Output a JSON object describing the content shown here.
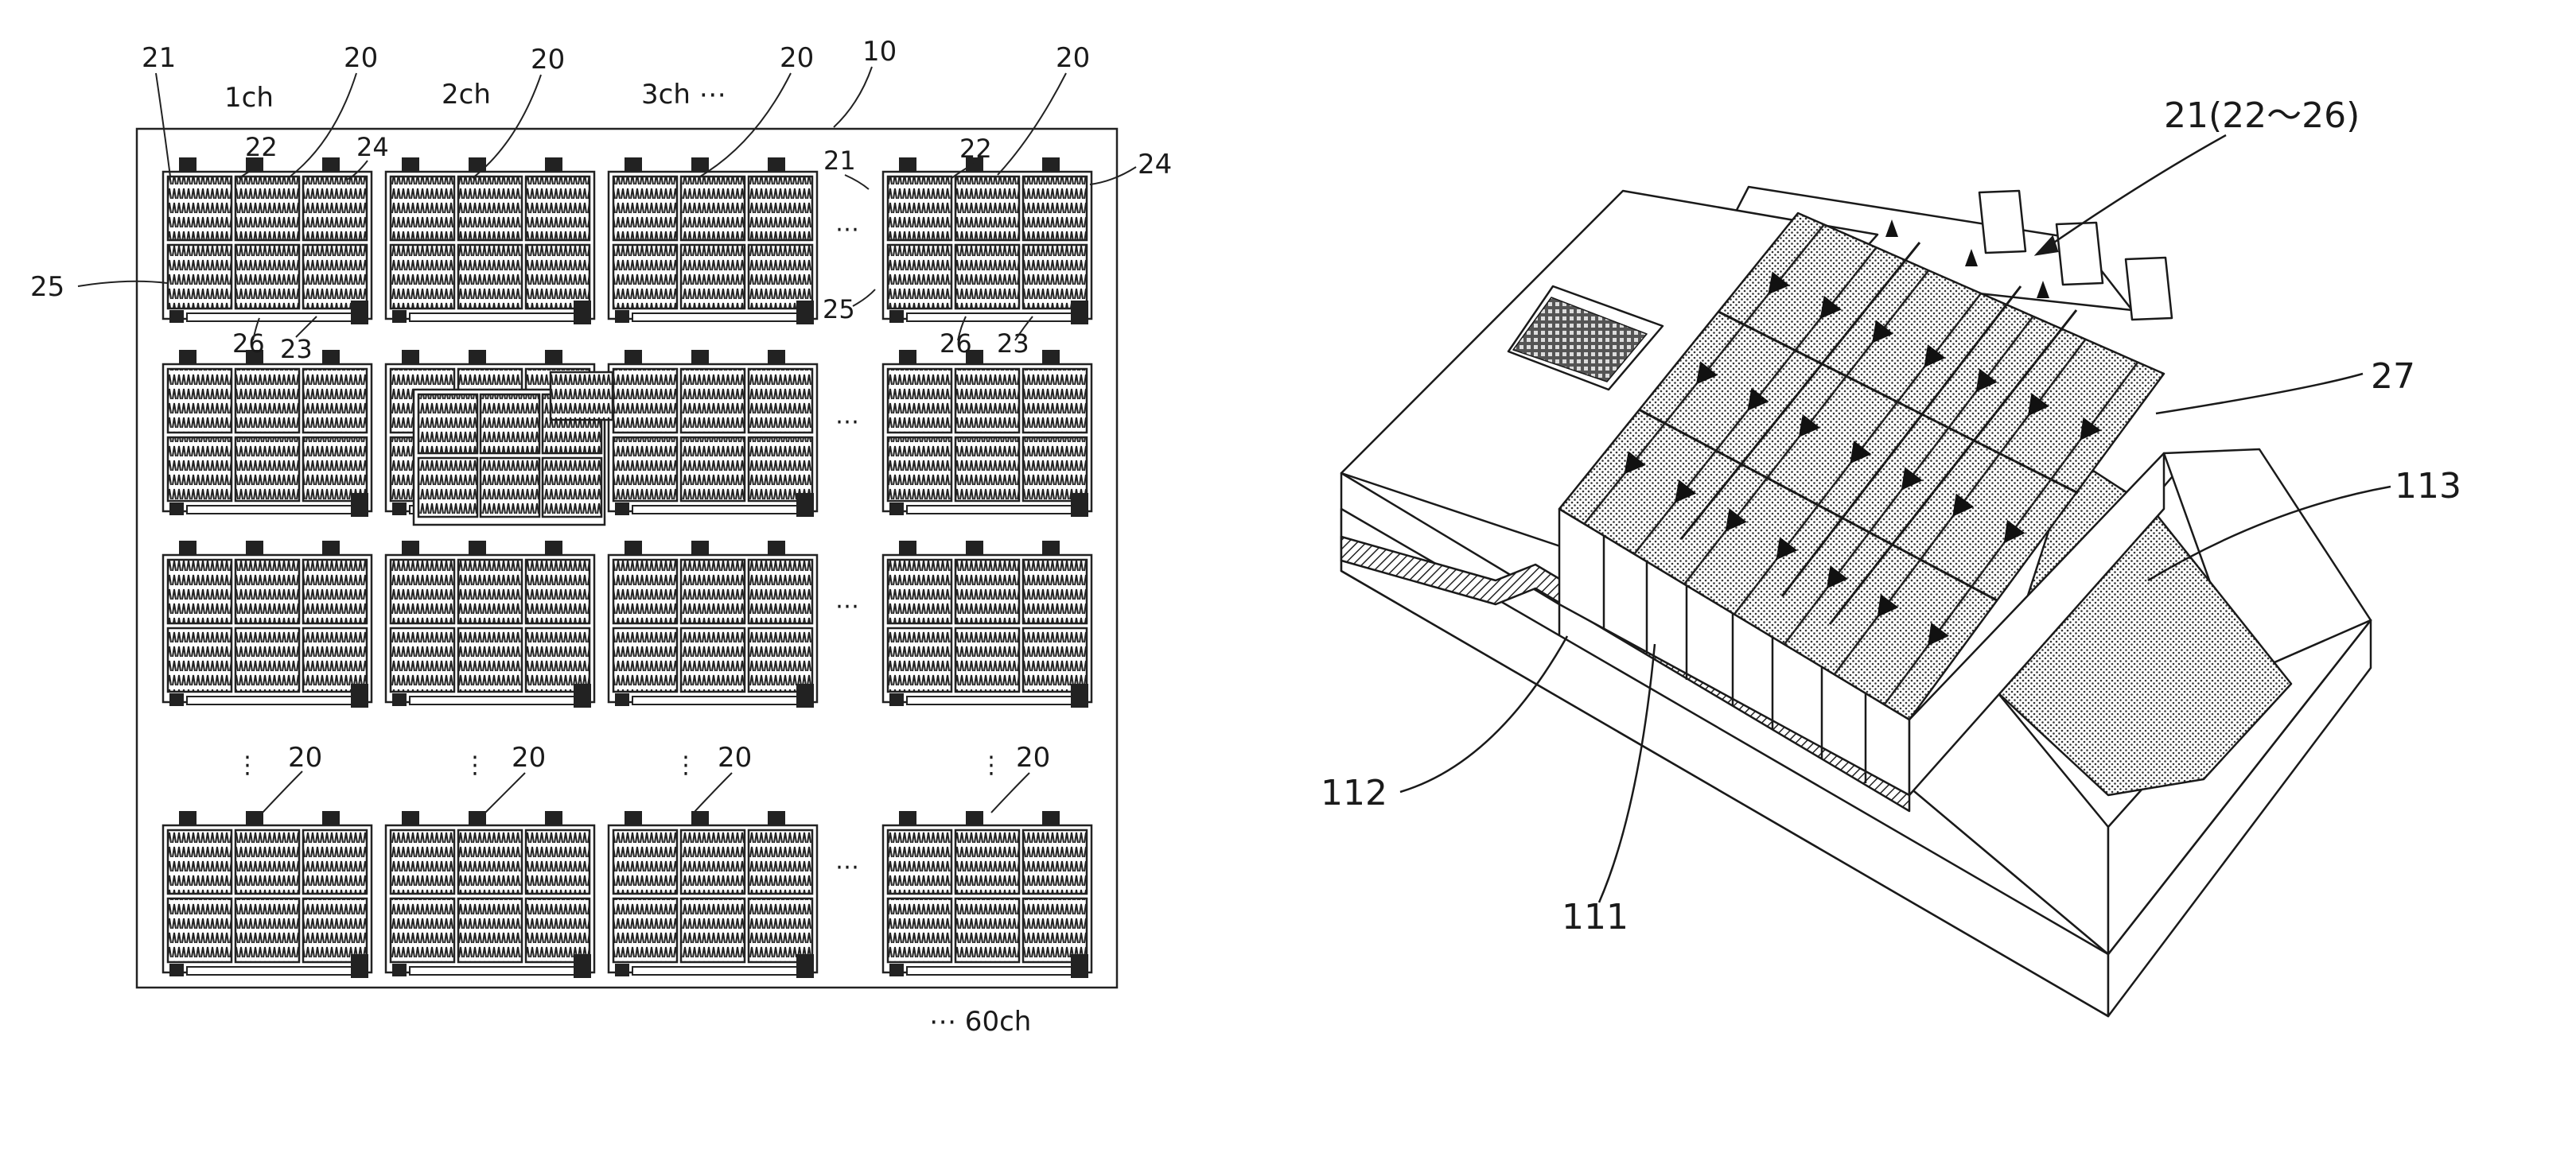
{
  "left_figure": {
    "labels": {
      "ref_21": "21",
      "ref_22": "22",
      "ref_24": "24",
      "ref_25": "25",
      "ref_26": "26",
      "ref_23": "23",
      "ref_10": "10",
      "ref_20": "20",
      "ch1": "1ch",
      "ch2": "2ch",
      "ch3": "3ch ⋯",
      "ch60": "⋯ 60ch",
      "ellipsis_h": "⋯",
      "ellipsis_v": "⋮"
    }
  },
  "right_figure": {
    "labels": {
      "ref_21_26": "21(22～26)",
      "ref_27": "27",
      "ref_113": "113",
      "ref_112": "112",
      "ref_111": "111"
    }
  }
}
